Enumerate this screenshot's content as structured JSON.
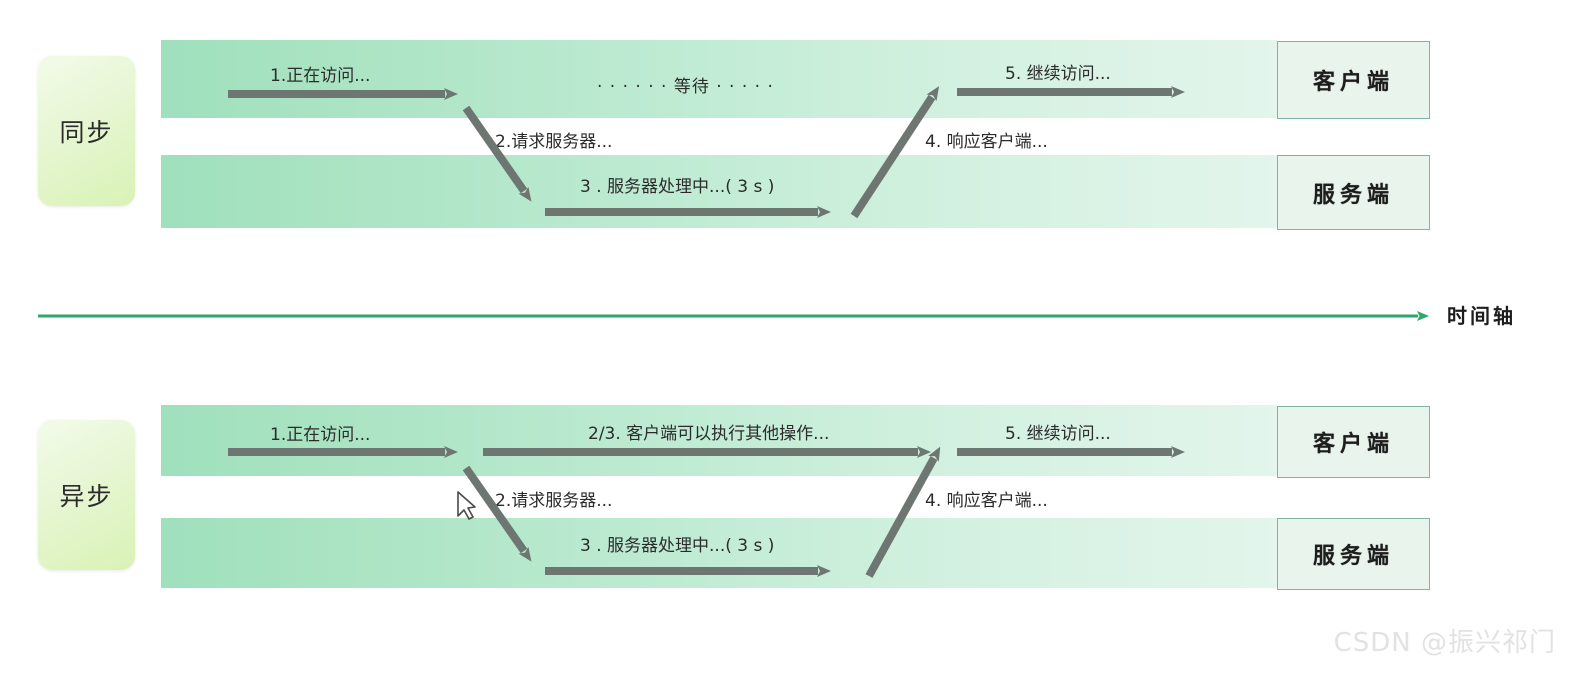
{
  "diagram": {
    "title_sync": "同步",
    "title_async": "异步",
    "timeline_label": "时间轴",
    "watermark": "CSDN @振兴祁门",
    "endpoints": {
      "client": "客户端",
      "server": "服务端"
    },
    "colors": {
      "lane_start": "#9fe0bd",
      "lane_end": "#e3f5ec",
      "card_start": "#f3fbe9",
      "card_end": "#d9f2b5",
      "endpoint_fill": "#e9f5ec",
      "endpoint_border": "#7ab6a6",
      "arrow_gray": "#6e7672",
      "timeline_green": "#2ba86a",
      "text": "#2b2b2b",
      "watermark": "#e2e2e2"
    },
    "sync_section": {
      "mode": "同步",
      "steps": [
        {
          "id": "s1",
          "text": "1.正在访问..."
        },
        {
          "id": "s-wait",
          "text": "· · · · · · 等待 · · · · ·"
        },
        {
          "id": "s2",
          "text": "2.请求服务器..."
        },
        {
          "id": "s3",
          "text": "3 . 服务器处理中...( 3 s )"
        },
        {
          "id": "s4",
          "text": "4. 响应客户端..."
        },
        {
          "id": "s5",
          "text": "5. 继续访问..."
        }
      ]
    },
    "async_section": {
      "mode": "异步",
      "steps": [
        {
          "id": "a1",
          "text": "1.正在访问..."
        },
        {
          "id": "a23",
          "text": "2/3. 客户端可以执行其他操作..."
        },
        {
          "id": "a2",
          "text": "2.请求服务器..."
        },
        {
          "id": "a3",
          "text": "3 . 服务器处理中...( 3 s )"
        },
        {
          "id": "a4",
          "text": "4. 响应客户端..."
        },
        {
          "id": "a5",
          "text": "5. 继续访问..."
        }
      ]
    }
  }
}
